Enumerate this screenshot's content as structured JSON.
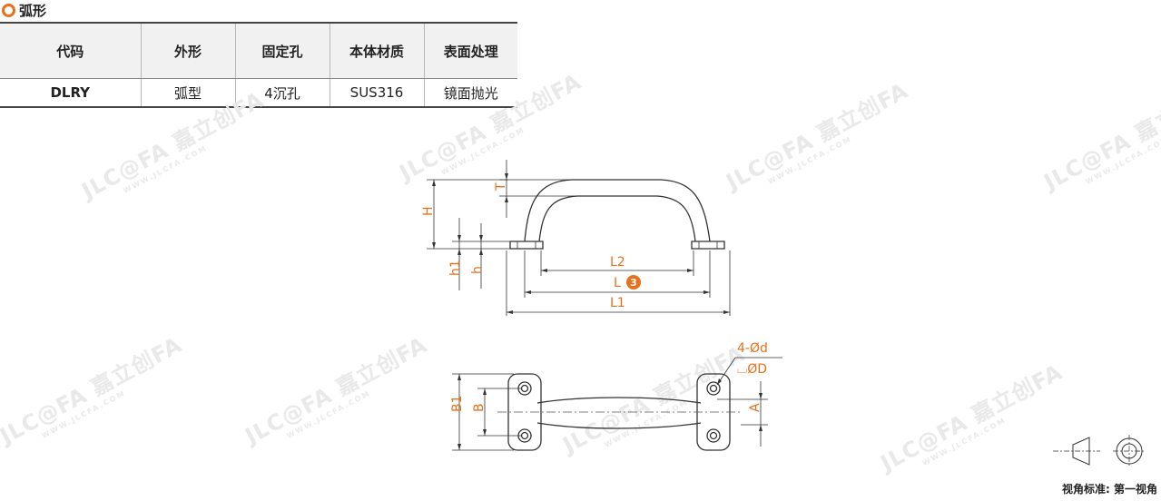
{
  "section": {
    "title": "弧形",
    "icon": "circle-outline-icon"
  },
  "table": {
    "headers": [
      "代码",
      "外形",
      "固定孔",
      "本体材质",
      "表面处理"
    ],
    "rows": [
      [
        "DLRY",
        "弧型",
        "4沉孔",
        "SUS316",
        "镜面抛光"
      ]
    ]
  },
  "drawing": {
    "side_labels": [
      "T",
      "H",
      "h1",
      "h",
      "L2",
      "L",
      "L1"
    ],
    "badge": "3",
    "top_labels": [
      "B1",
      "B",
      "A"
    ],
    "hole_note": "4-Ød",
    "counterbore_note": "⌴ØD"
  },
  "watermark": {
    "logo": "JLC@FA 嘉立创FA",
    "url": "WWW.JLCFA.COM"
  },
  "projection": {
    "label": "视角标准: 第一视角",
    "icon": "first-angle-projection-icon"
  },
  "colors": {
    "accent": "#e8701a",
    "code_blue": "#2a6aa0"
  }
}
